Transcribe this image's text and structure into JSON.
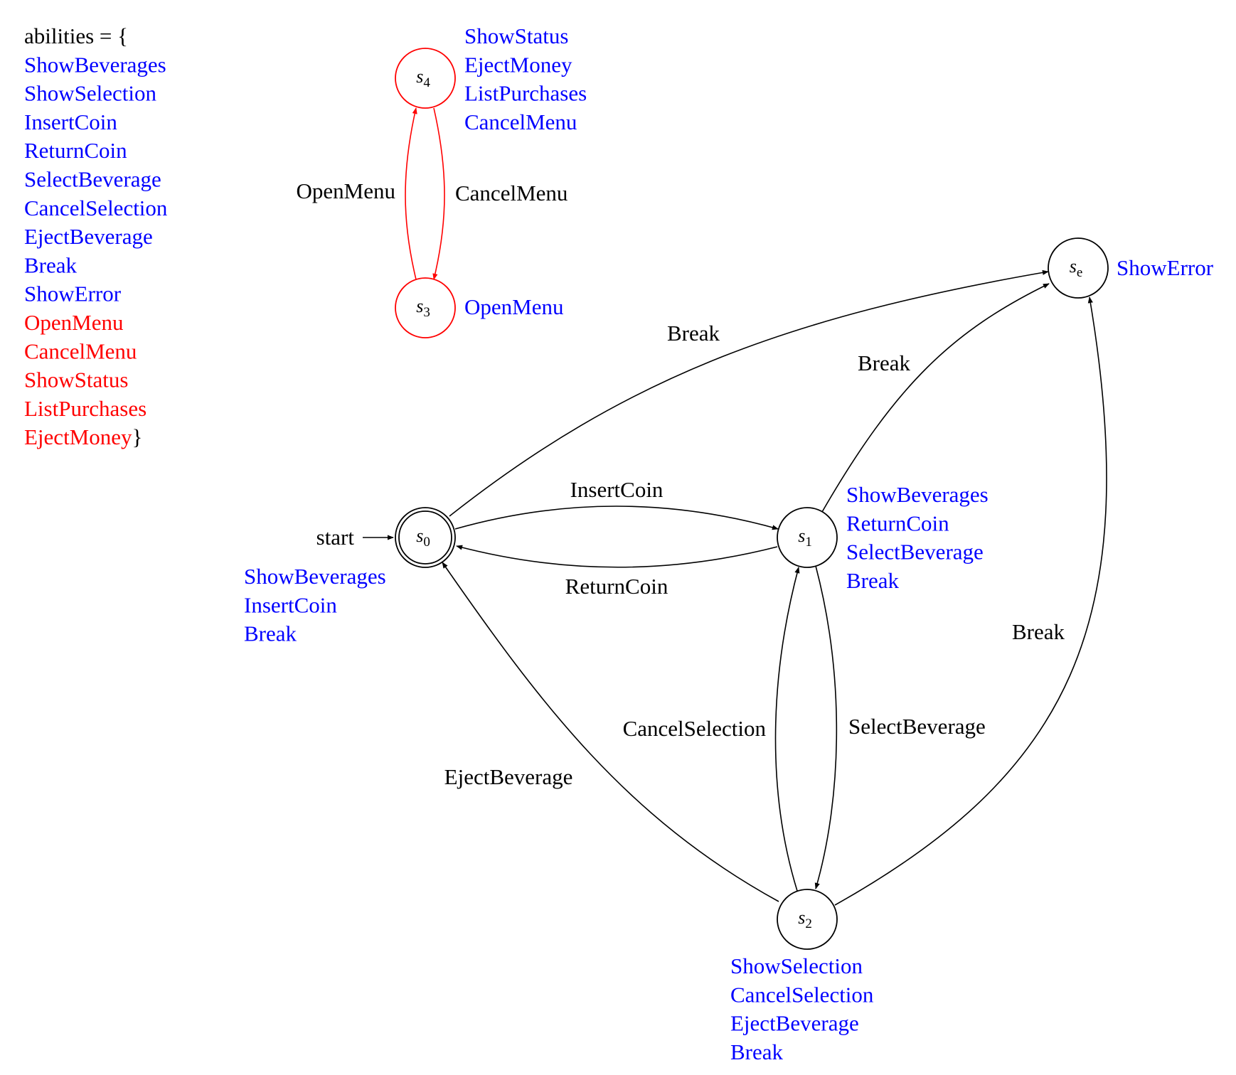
{
  "colors": {
    "black": "#000000",
    "blue": "#0000ff",
    "red": "#ff0000"
  },
  "abilities": {
    "header": "abilities = {",
    "closing_brace": "}",
    "items": [
      {
        "label": "ShowBeverages",
        "color": "blue"
      },
      {
        "label": "ShowSelection",
        "color": "blue"
      },
      {
        "label": "InsertCoin",
        "color": "blue"
      },
      {
        "label": "ReturnCoin",
        "color": "blue"
      },
      {
        "label": "SelectBeverage",
        "color": "blue"
      },
      {
        "label": "CancelSelection",
        "color": "blue"
      },
      {
        "label": "EjectBeverage",
        "color": "blue"
      },
      {
        "label": "Break",
        "color": "blue"
      },
      {
        "label": "ShowError",
        "color": "blue"
      },
      {
        "label": "OpenMenu",
        "color": "red"
      },
      {
        "label": "CancelMenu",
        "color": "red"
      },
      {
        "label": "ShowStatus",
        "color": "red"
      },
      {
        "label": "ListPurchases",
        "color": "red"
      },
      {
        "label": "EjectMoney",
        "color": "red"
      }
    ]
  },
  "start_label": "start",
  "states": [
    {
      "id": "s0",
      "base": "s",
      "sub": "0",
      "accepting": true,
      "color": "black",
      "abilities": [
        "ShowBeverages",
        "InsertCoin",
        "Break"
      ]
    },
    {
      "id": "s1",
      "base": "s",
      "sub": "1",
      "accepting": false,
      "color": "black",
      "abilities": [
        "ShowBeverages",
        "ReturnCoin",
        "SelectBeverage",
        "Break"
      ]
    },
    {
      "id": "s2",
      "base": "s",
      "sub": "2",
      "accepting": false,
      "color": "black",
      "abilities": [
        "ShowSelection",
        "CancelSelection",
        "EjectBeverage",
        "Break"
      ]
    },
    {
      "id": "s3",
      "base": "s",
      "sub": "3",
      "accepting": false,
      "color": "red",
      "abilities": [
        "OpenMenu"
      ]
    },
    {
      "id": "s4",
      "base": "s",
      "sub": "4",
      "accepting": false,
      "color": "red",
      "abilities": [
        "ShowStatus",
        "EjectMoney",
        "ListPurchases",
        "CancelMenu"
      ]
    },
    {
      "id": "se",
      "base": "s",
      "sub": "e",
      "accepting": false,
      "color": "black",
      "abilities": [
        "ShowError"
      ]
    }
  ],
  "transitions": [
    {
      "id": "t-s0-s1",
      "from": "s0",
      "to": "s1",
      "label": "InsertCoin",
      "color": "black"
    },
    {
      "id": "t-s1-s0",
      "from": "s1",
      "to": "s0",
      "label": "ReturnCoin",
      "color": "black"
    },
    {
      "id": "t-s0-se",
      "from": "s0",
      "to": "se",
      "label": "Break",
      "color": "black"
    },
    {
      "id": "t-s1-se",
      "from": "s1",
      "to": "se",
      "label": "Break",
      "color": "black"
    },
    {
      "id": "t-s2-se",
      "from": "s2",
      "to": "se",
      "label": "Break",
      "color": "black"
    },
    {
      "id": "t-s1-s2",
      "from": "s1",
      "to": "s2",
      "label": "SelectBeverage",
      "color": "black"
    },
    {
      "id": "t-s2-s1",
      "from": "s2",
      "to": "s1",
      "label": "CancelSelection",
      "color": "black"
    },
    {
      "id": "t-s2-s0",
      "from": "s2",
      "to": "s0",
      "label": "EjectBeverage",
      "color": "black"
    },
    {
      "id": "t-s3-s4",
      "from": "s3",
      "to": "s4",
      "label": "OpenMenu",
      "color": "red"
    },
    {
      "id": "t-s4-s3",
      "from": "s4",
      "to": "s3",
      "label": "CancelMenu",
      "color": "red"
    }
  ]
}
